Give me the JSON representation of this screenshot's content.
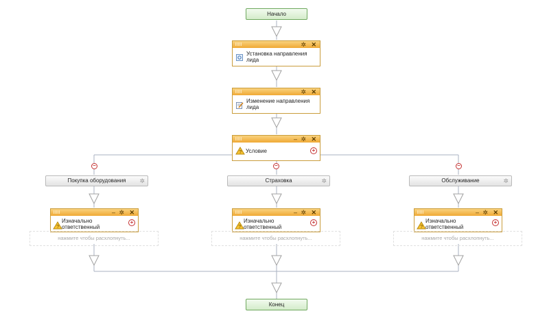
{
  "start": {
    "label": "Начало"
  },
  "end": {
    "label": "Конец"
  },
  "activities": {
    "set_direction": {
      "label": "Установка направления лида",
      "icon": "settings-icon"
    },
    "change_direction": {
      "label": "Изменение направления лида",
      "icon": "edit-icon"
    },
    "condition": {
      "label": "Условие",
      "icon": "condition-icon"
    }
  },
  "branches": [
    {
      "name": "Покупка оборудования",
      "activity": {
        "label": "Изначально ответственный",
        "icon": "user-warning-icon"
      },
      "expand": "нажмите чтобы расхлопнуть..."
    },
    {
      "name": "Страховка",
      "activity": {
        "label": "Изначально ответственный",
        "icon": "user-warning-icon"
      },
      "expand": "нажмите чтобы расхлопнуть..."
    },
    {
      "name": "Обслуживание",
      "activity": {
        "label": "Изначально ответственный",
        "icon": "user-warning-icon"
      },
      "expand": "нажмите чтобы расхлопнуть..."
    }
  ],
  "glyphs": {
    "gear": "✲",
    "close": "✕",
    "minimize": "–",
    "plus": "+",
    "minus": "–"
  },
  "colors": {
    "header": "#f6bf55",
    "terminal": "#d4ecca",
    "connector": "#a8b4c8"
  }
}
